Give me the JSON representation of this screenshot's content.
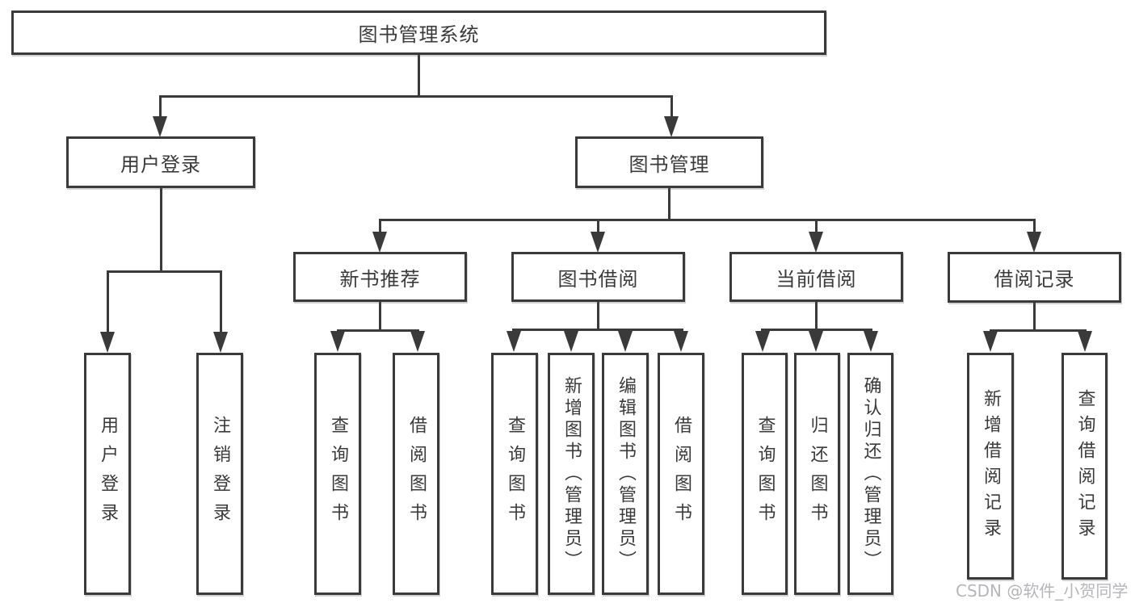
{
  "diagram": {
    "title": "图书管理系统",
    "branches": [
      {
        "label": "用户登录",
        "children": [
          {
            "label": "用户登录"
          },
          {
            "label": "注销登录"
          }
        ]
      },
      {
        "label": "图书管理",
        "children": [
          {
            "label": "新书推荐",
            "children": [
              {
                "label": "查询图书"
              },
              {
                "label": "借阅图书"
              }
            ]
          },
          {
            "label": "图书借阅",
            "children": [
              {
                "label": "查询图书"
              },
              {
                "label": "新增图书（管理员）"
              },
              {
                "label": "编辑图书（管理员）"
              },
              {
                "label": "借阅图书"
              }
            ]
          },
          {
            "label": "当前借阅",
            "children": [
              {
                "label": "查询图书"
              },
              {
                "label": "归还图书"
              },
              {
                "label": "确认归还（管理员）"
              }
            ]
          },
          {
            "label": "借阅记录",
            "children": [
              {
                "label": "新增借阅记录"
              },
              {
                "label": "查询借阅记录"
              }
            ]
          }
        ]
      }
    ],
    "watermark": "CSDN @软件_小贺同学",
    "colors": {
      "line": "#3a3a3a",
      "box_border": "#3a3a3a",
      "text": "#3a3a3a",
      "watermark": "#b6b6ba",
      "background": "#ffffff"
    }
  }
}
